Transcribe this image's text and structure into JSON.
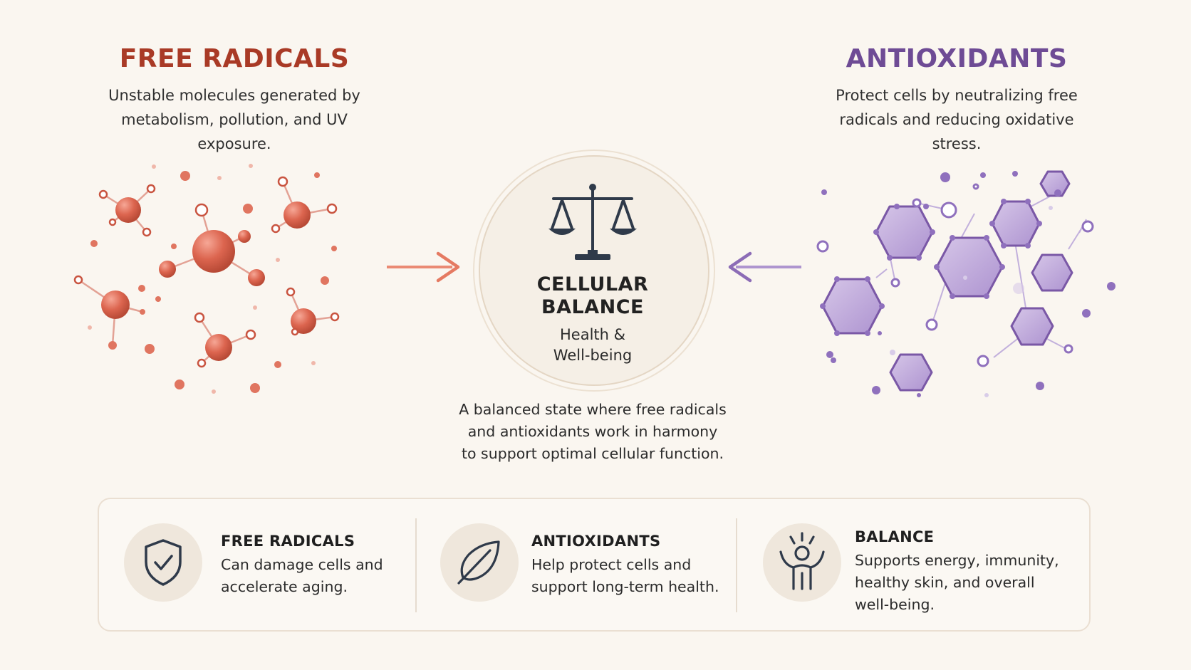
{
  "left": {
    "title": "FREE RADICALS",
    "description": "Unstable molecules generated by metabolism, pollution, and UV exposure.",
    "color": "#a93a26"
  },
  "right": {
    "title": "ANTIOXIDANTS",
    "description": "Protect cells by neutralizing free radicals and reducing oxidative stress.",
    "color": "#6e4b95"
  },
  "center": {
    "icon": "balance-scale-icon",
    "title_line1": "CELLULAR",
    "title_line2": "BALANCE",
    "subtitle_line1": "Health &",
    "subtitle_line2": "Well-being",
    "description_line1": "A balanced state where free radicals",
    "description_line2": "and antioxidants work in harmony",
    "description_line3": "to support optimal cellular function."
  },
  "cards": [
    {
      "icon": "shield-check-icon",
      "title": "FREE RADICALS",
      "line1": "Can damage cells and",
      "line2": "accelerate aging."
    },
    {
      "icon": "leaf-icon",
      "title": "ANTIOXIDANTS",
      "line1": "Help protect cells and",
      "line2": "support long-term health."
    },
    {
      "icon": "person-celebrating-icon",
      "title": "BALANCE",
      "line1": "Supports energy, immunity,",
      "line2": "healthy skin, and overall",
      "line3": "well-being."
    }
  ],
  "colors": {
    "radical": "#d9604a",
    "antioxidant": "#9b7cc2",
    "background": "#faf6f0",
    "icon_dark": "#2f3a4a"
  }
}
